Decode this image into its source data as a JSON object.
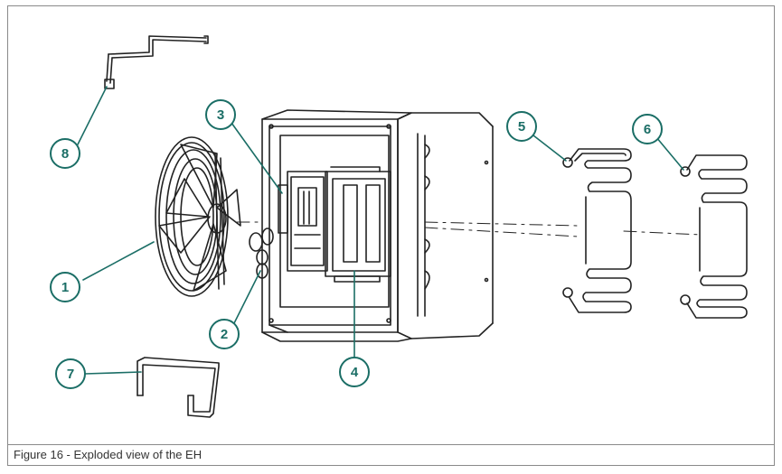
{
  "figure": {
    "caption": "Figure 16 - Exploded view of the EH"
  },
  "colors": {
    "accent": "#1b6e66",
    "line": "#222222",
    "frame": "#8a8a8a"
  },
  "callouts": [
    {
      "id": "1",
      "label": "1",
      "name": "fan"
    },
    {
      "id": "2",
      "label": "2",
      "name": "cable-glands"
    },
    {
      "id": "3",
      "label": "3",
      "name": "terminal-block"
    },
    {
      "id": "4",
      "label": "4",
      "name": "control-box"
    },
    {
      "id": "5",
      "label": "5",
      "name": "heating-element"
    },
    {
      "id": "6",
      "label": "6",
      "name": "heating-element"
    },
    {
      "id": "7",
      "label": "7",
      "name": "mounting-bracket"
    },
    {
      "id": "8",
      "label": "8",
      "name": "hanging-bracket"
    }
  ]
}
